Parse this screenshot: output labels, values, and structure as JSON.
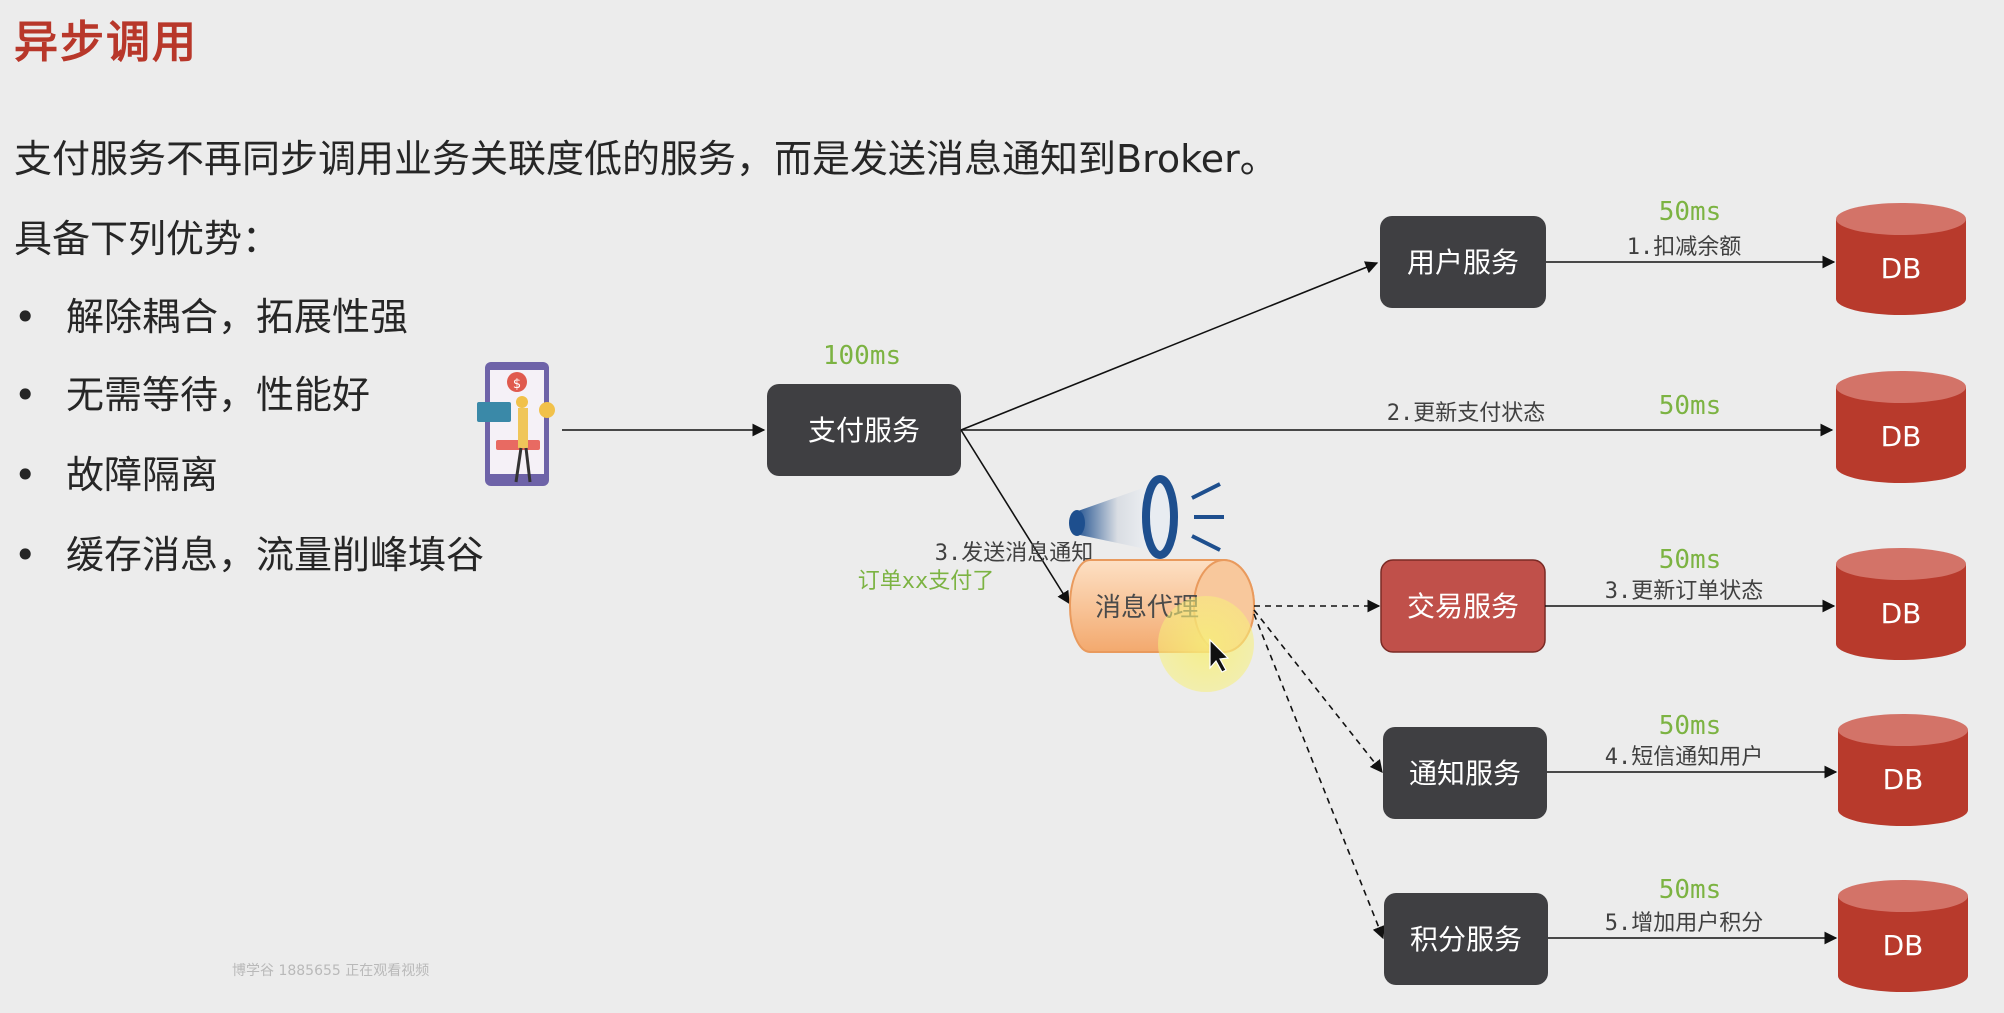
{
  "title": "异步调用",
  "description": "支付服务不再同步调用业务关联度低的服务，而是发送消息通知到Broker。",
  "advantages_heading": "具备下列优势：",
  "advantages": [
    "解除耦合，拓展性强",
    "无需等待，性能好",
    "故障隔离",
    "缓存消息，流量削峰填谷"
  ],
  "diagram": {
    "pay_service": {
      "label": "支付服务",
      "latency": "100ms"
    },
    "broker": {
      "label": "消息代理",
      "edge_line1": "3.发送消息通知",
      "edge_line2": "订单xx支付了"
    },
    "user_service": {
      "label": "用户服务",
      "latency": "50ms",
      "edge": "1.扣减余额"
    },
    "pay_status": {
      "latency": "50ms",
      "edge": "2.更新支付状态"
    },
    "trade_service": {
      "label": "交易服务",
      "latency": "50ms",
      "edge": "3.更新订单状态"
    },
    "notify_service": {
      "label": "通知服务",
      "latency": "50ms",
      "edge": "4.短信通知用户"
    },
    "points_service": {
      "label": "积分服务",
      "latency": "50ms",
      "edge": "5.增加用户积分"
    },
    "db_label": "DB"
  },
  "watermark": "博学谷 1885655 正在观看视频",
  "colors": {
    "title": "#b8372a",
    "service_dark": "#3f3f42",
    "service_highlight": "#c0504a",
    "db": "#b83a2c",
    "latency": "#7cb342",
    "broker": "#f5b47f"
  }
}
